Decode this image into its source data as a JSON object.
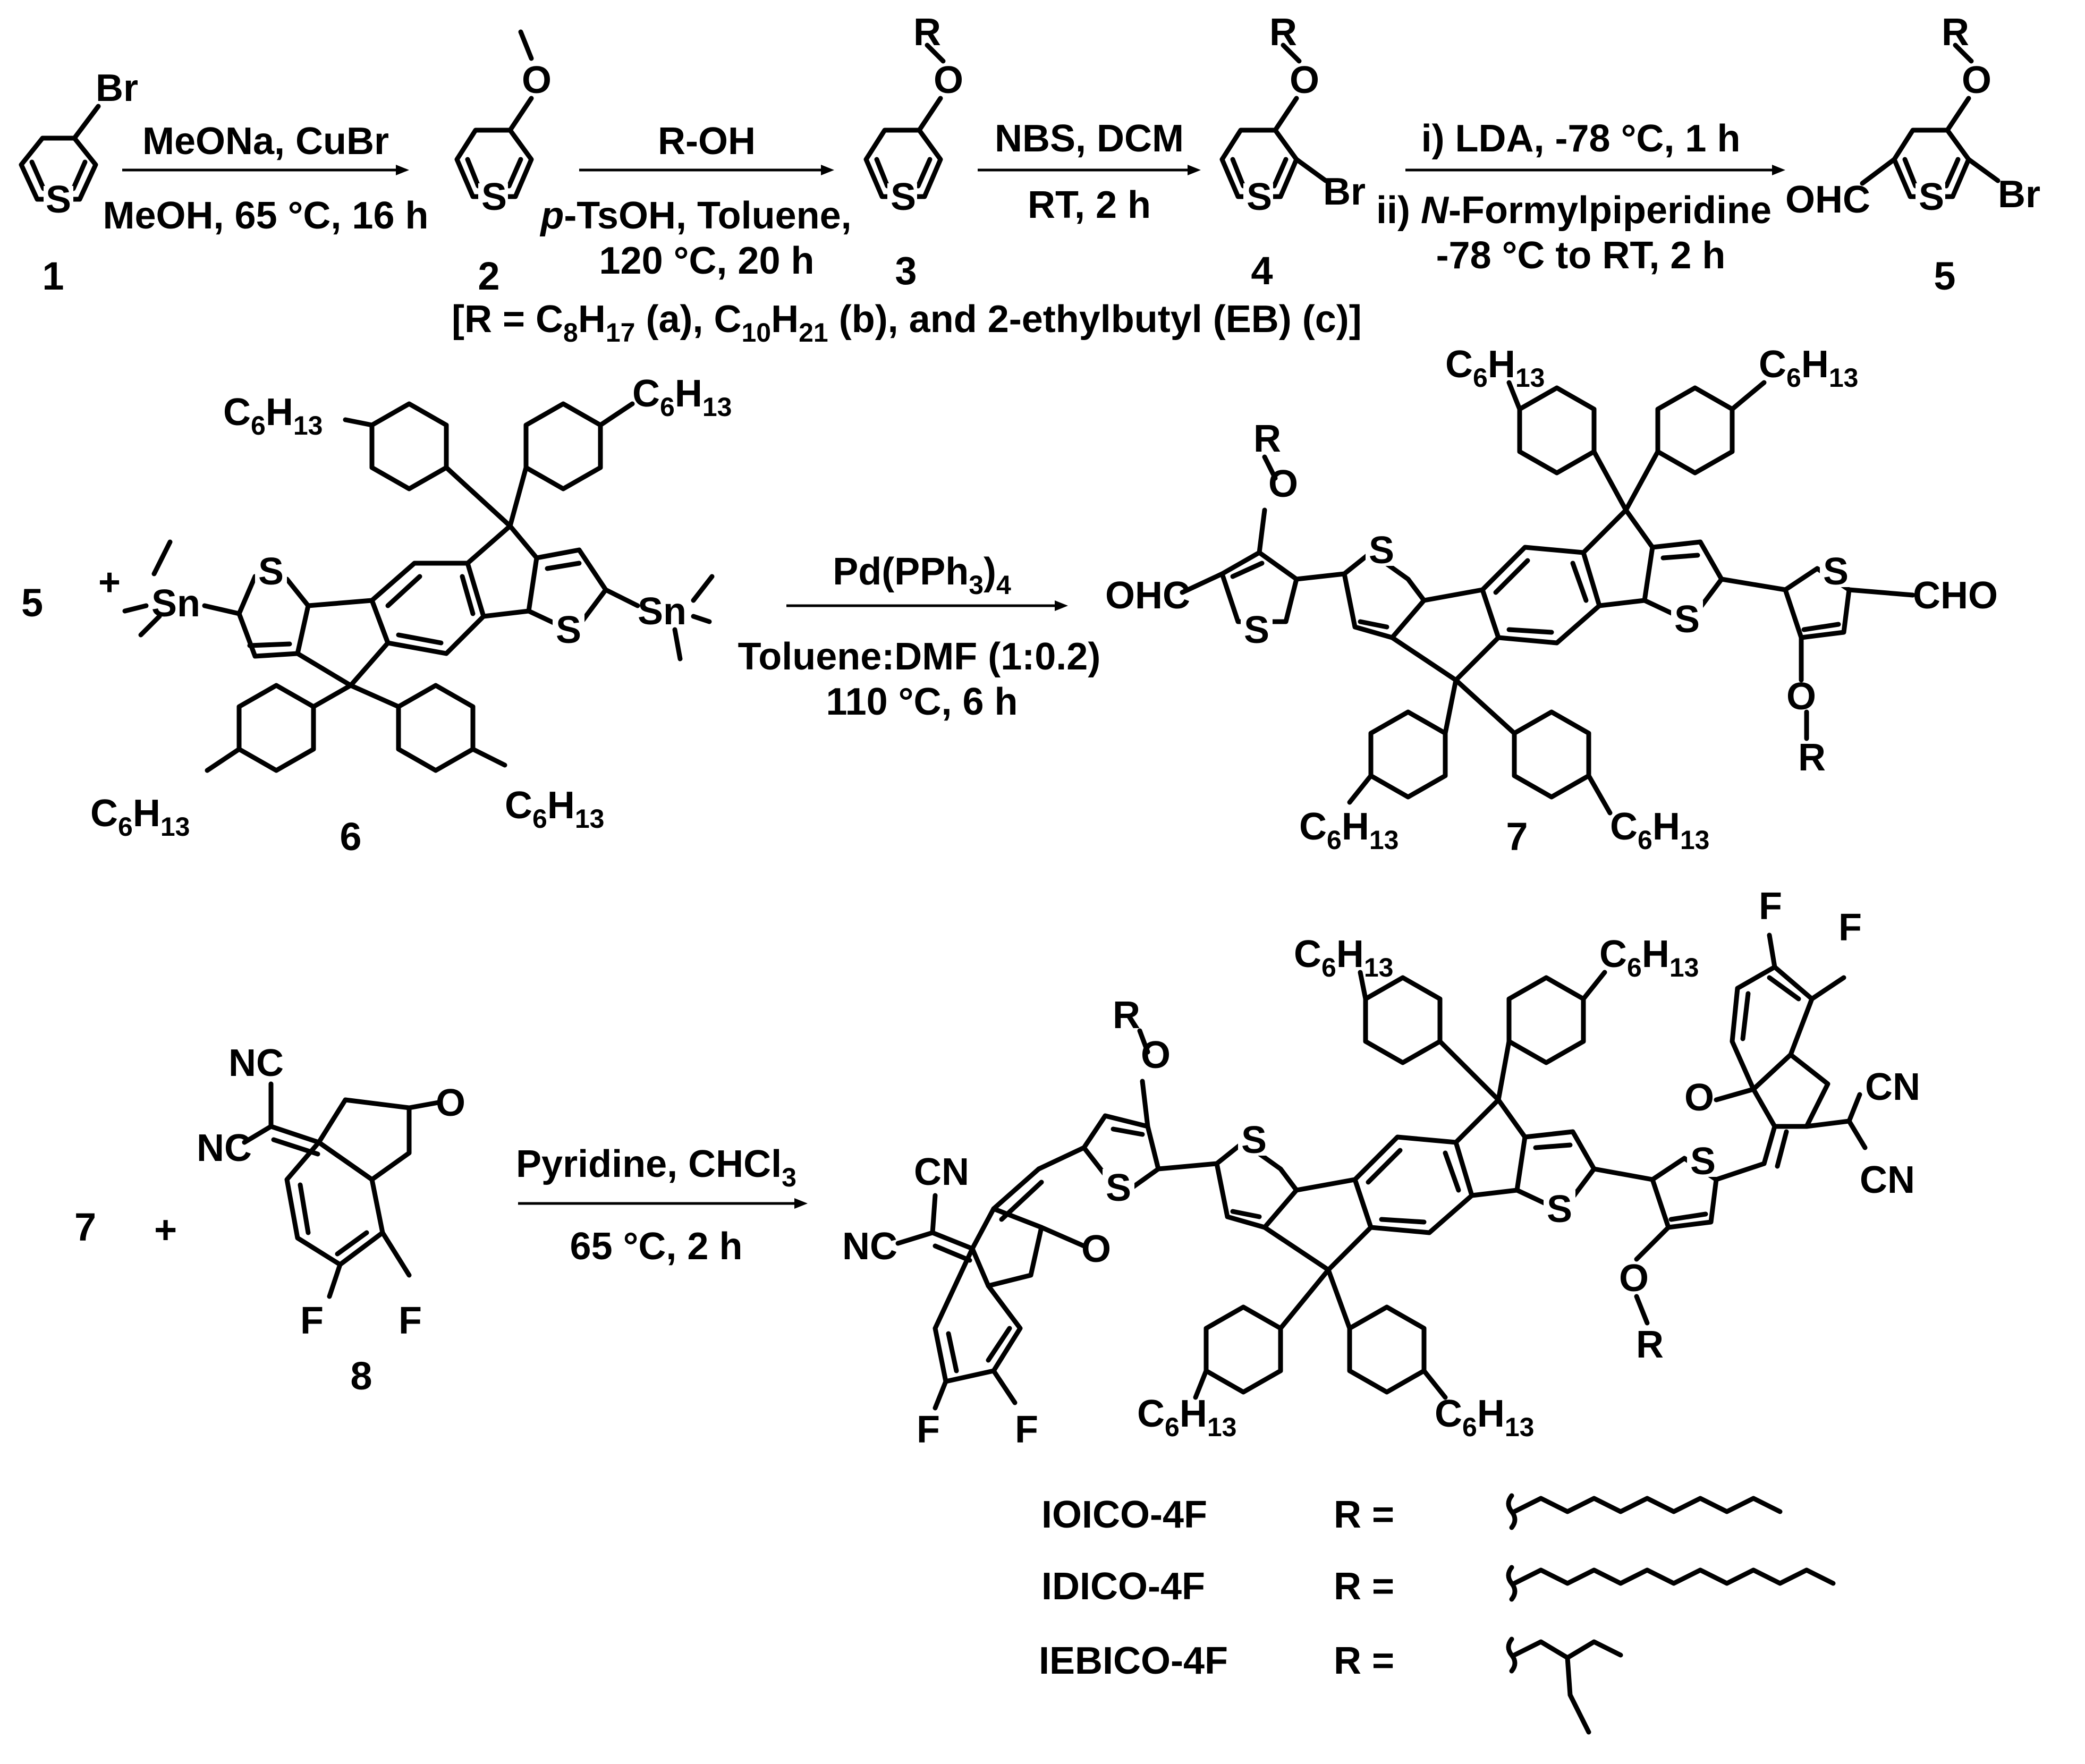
{
  "colors": {
    "ink": "#000000",
    "background": "#ffffff"
  },
  "row1": {
    "compounds": {
      "c1": "1",
      "c2": "2",
      "c3": "3",
      "c4": "4",
      "c5": "5"
    },
    "atoms": {
      "br": "Br",
      "s": "S",
      "o": "O",
      "r": "R",
      "ohc": "OHC"
    },
    "step1": {
      "top": "MeONa, CuBr",
      "bottom": "MeOH, 65 °C, 16 h"
    },
    "step2": {
      "top": "R-OH",
      "bottom_italic": "p",
      "bottom_rest": "-TsOH, Toluene,",
      "bottom2": "120 °C, 20 h"
    },
    "step3": {
      "top": "NBS, DCM",
      "bottom": "RT, 2 h"
    },
    "step4": {
      "top": "i) LDA, -78 °C, 1 h",
      "bottom_prefix": "ii) ",
      "bottom_italic": "N",
      "bottom_rest": "-Formylpiperidine",
      "bottom2": "-78 °C to RT, 2 h"
    },
    "r_definition": {
      "a": "[R = C",
      "a_sub": "8",
      "b": "H",
      "b_sub": "17",
      "c": " (a), C",
      "c_sub": "10",
      "d": "H",
      "d_sub": "21",
      "e": " (b), and 2-ethylbutyl (EB) (c)]"
    }
  },
  "row2": {
    "reactant": "5",
    "plus": "+",
    "compound6": "6",
    "compound7": "7",
    "sn": "Sn",
    "hexyl": {
      "c": "C",
      "c_sub": "6",
      "h": "H",
      "h_sub": "13"
    },
    "cho": "CHO",
    "step": {
      "top": "Pd(PPh",
      "top_sub": "3",
      "top_end": ")",
      "top_sub2": "4",
      "bottom": "Toluene:DMF (1:0.2)",
      "bottom2": "110 °C, 6 h"
    }
  },
  "row3": {
    "reactant": "7",
    "plus": "+",
    "compound8": "8",
    "atoms": {
      "nc": "NC",
      "cn": "CN",
      "f": "F",
      "o": "O"
    },
    "step": {
      "top": "Pyridine, CHCl",
      "top_sub": "3",
      "bottom": "65 °C, 2 h"
    }
  },
  "products": [
    {
      "name": "IOICO-4F",
      "r_label": "R ="
    },
    {
      "name": "IDICO-4F",
      "r_label": "R ="
    },
    {
      "name": "IEBICO-4F",
      "r_label": "R ="
    }
  ]
}
